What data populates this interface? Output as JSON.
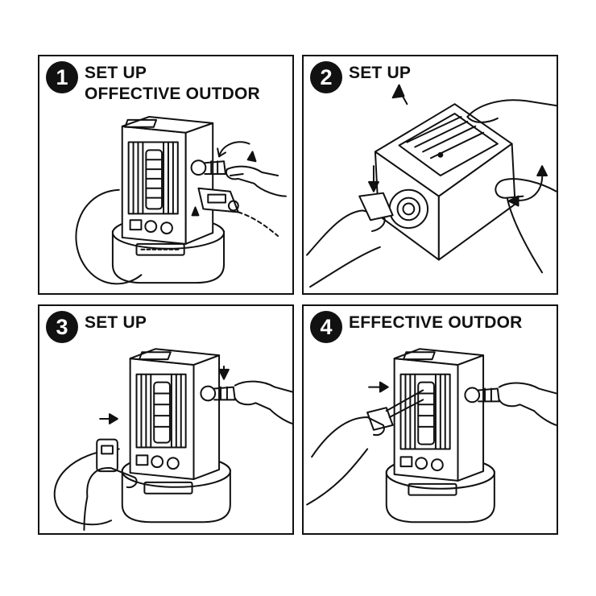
{
  "steps": [
    {
      "number": "1",
      "title_lines": [
        "SET UP",
        "OFFECTIVE OUTDOR"
      ]
    },
    {
      "number": "2",
      "title_lines": [
        "SET UP"
      ]
    },
    {
      "number": "3",
      "title_lines": [
        "SET UP"
      ]
    },
    {
      "number": "4",
      "title_lines": [
        "EFFECTIVE OUTDOR"
      ]
    }
  ],
  "colors": {
    "line": "#111111",
    "background": "#ffffff"
  }
}
